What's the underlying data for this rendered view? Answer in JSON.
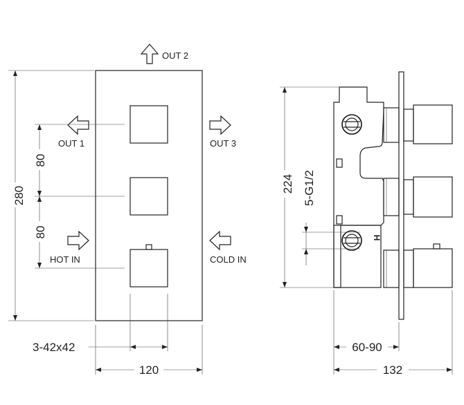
{
  "labels": {
    "out1": "OUT 1",
    "out2": "OUT 2",
    "out3": "OUT 3",
    "hot_in": "HOT IN",
    "cold_in": "COLD IN",
    "h_mark": "H"
  },
  "dimensions": {
    "height_total": "280",
    "spacing_top": "80",
    "spacing_bottom": "80",
    "knob_size": "3-42x42",
    "plate_width": "120",
    "body_height": "224",
    "port_thread": "5-G1/2",
    "depth_range": "60-90",
    "total_depth": "132"
  }
}
